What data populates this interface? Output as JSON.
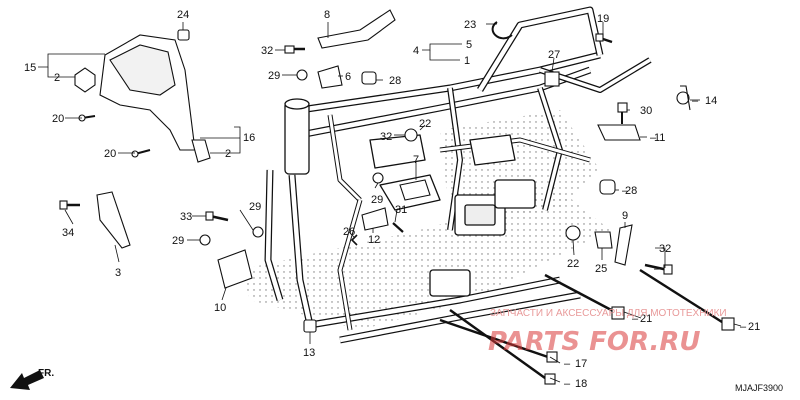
{
  "diagram": {
    "code": "MJAJF3900",
    "direction_label": "FR.",
    "watermark": {
      "caption": "ЗАПЧАСТИ И АКСЕССУАРЫ ДЛЯ МОТОТЕХНИКИ",
      "brand": "PARTS FOR.RU"
    },
    "callouts": {
      "c1": "1",
      "c2a": "2",
      "c2b": "2",
      "c3": "3",
      "c4": "4",
      "c5": "5",
      "c6": "6",
      "c7": "7",
      "c8": "8",
      "c9": "9",
      "c10": "10",
      "c11": "11",
      "c12": "12",
      "c13": "13",
      "c14": "14",
      "c15": "15",
      "c16": "16",
      "c17": "17",
      "c18": "18",
      "c19": "19",
      "c20a": "20",
      "c20b": "20",
      "c21a": "21",
      "c21b": "21",
      "c22a": "22",
      "c22b": "22",
      "c23": "23",
      "c24": "24",
      "c25": "25",
      "c26": "26",
      "c27": "27",
      "c28a": "28",
      "c28b": "28",
      "c29a": "29",
      "c29b": "29",
      "c29c": "29",
      "c30": "30",
      "c31": "31",
      "c32a": "32",
      "c32b": "32",
      "c33": "33",
      "c34": "34"
    }
  }
}
